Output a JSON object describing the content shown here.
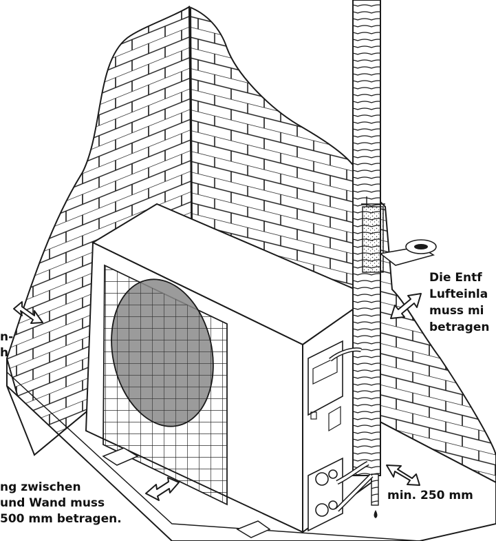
{
  "labels": {
    "left_fragment": [
      "n-",
      "h"
    ],
    "right_note": [
      "Die Entf",
      "Lufteinla",
      "muss mi",
      "betragen"
    ],
    "bottom_note": [
      "ng zwischen",
      "und Wand muss",
      "500 mm betragen."
    ],
    "min_distance": "min. 250 mm"
  },
  "colors": {
    "line": "#1a1a1a",
    "fan": "#8a8a8a",
    "background": "#ffffff"
  },
  "icons": [
    "double-arrow-icon",
    "pipe-clamp-icon",
    "water-drop-icon",
    "valve-icon"
  ]
}
